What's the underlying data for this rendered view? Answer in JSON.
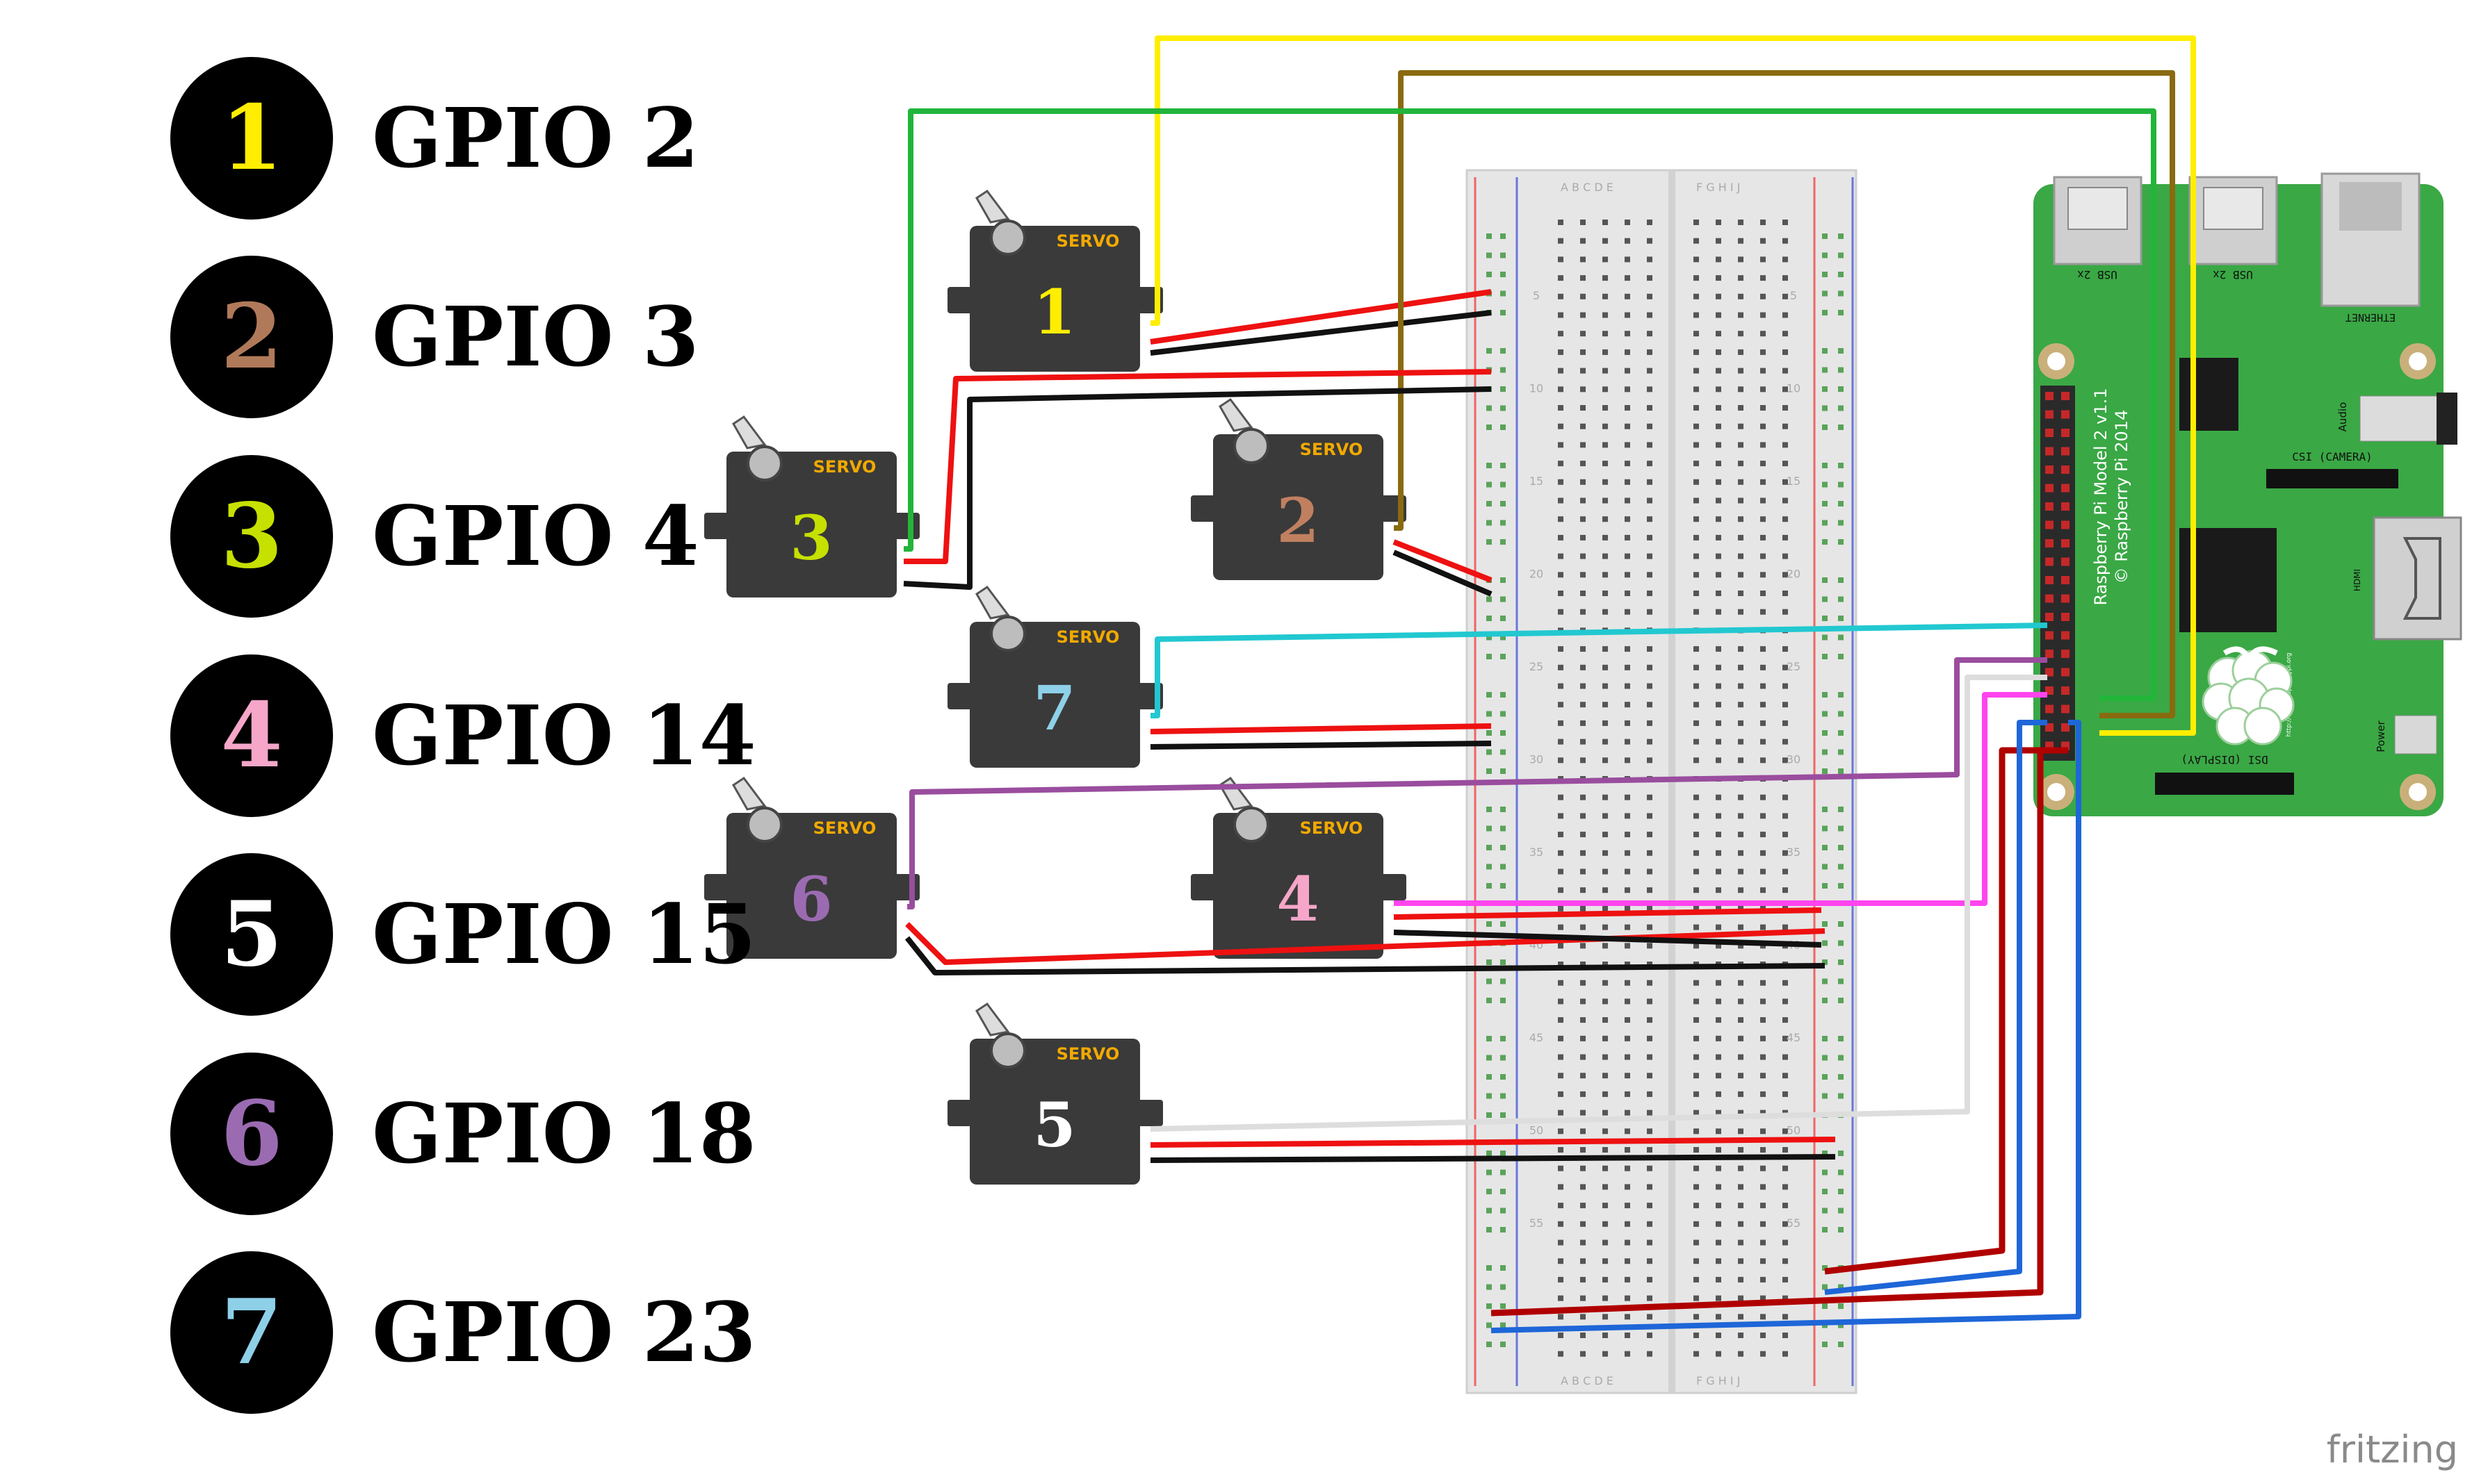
{
  "legend": [
    {
      "num": "1",
      "gpio": "GPIO 2",
      "color": "#ffee00"
    },
    {
      "num": "2",
      "gpio": "GPIO 3",
      "color": "#b07a5a"
    },
    {
      "num": "3",
      "gpio": "GPIO 4",
      "color": "#c6e000"
    },
    {
      "num": "4",
      "gpio": "GPIO 14",
      "color": "#f5a6c9"
    },
    {
      "num": "5",
      "gpio": "GPIO 15",
      "color": "#ffffff"
    },
    {
      "num": "6",
      "gpio": "GPIO 18",
      "color": "#9b6bb2"
    },
    {
      "num": "7",
      "gpio": "GPIO 23",
      "color": "#8ed0e8"
    }
  ],
  "servos": [
    {
      "num": "1",
      "label": "SERVO",
      "num_color": "#ffee00"
    },
    {
      "num": "2",
      "label": "SERVO",
      "num_color": "#c08060"
    },
    {
      "num": "3",
      "label": "SERVO",
      "num_color": "#c6e000"
    },
    {
      "num": "4",
      "label": "SERVO",
      "num_color": "#f5a6c9"
    },
    {
      "num": "5",
      "label": "SERVO",
      "num_color": "#ffffff"
    },
    {
      "num": "6",
      "label": "SERVO",
      "num_color": "#9b6bb2"
    },
    {
      "num": "7",
      "label": "SERVO",
      "num_color": "#8ed0e8"
    }
  ],
  "breadboard": {
    "col_letters_left": "A B C D E",
    "col_letters_right": "F G H I J",
    "row_numbers": [
      "5",
      "10",
      "15",
      "20",
      "25",
      "30",
      "35",
      "40",
      "45",
      "50",
      "55"
    ]
  },
  "raspberry_pi": {
    "model": "Raspberry Pi Model 2 v1.1",
    "copyright": "© Raspberry Pi 2014",
    "usb1": "USB 2x",
    "usb2": "USB 2x",
    "ethernet": "ETHERNET",
    "audio": "Audio",
    "csi": "CSI (CAMERA)",
    "hdmi": "HDMI",
    "dsi": "DSI (DISPLAY)",
    "power": "Power",
    "website": "http://www.raspberrypi.org"
  },
  "watermark": "fritzing",
  "colors": {
    "wire_red": "#ee1111",
    "wire_black": "#111111",
    "wire_green": "#22b53a",
    "wire_yellow": "#ffee00",
    "wire_brown": "#8a6a10",
    "wire_cyan": "#22c8d0",
    "wire_purple": "#9a4d9e",
    "wire_magenta": "#ff44ee",
    "wire_white": "#dddddd",
    "wire_dark_red": "#b00000",
    "wire_blue": "#1e66d8",
    "pi_green": "#3aa845",
    "servo_body": "#3a3a3a"
  }
}
